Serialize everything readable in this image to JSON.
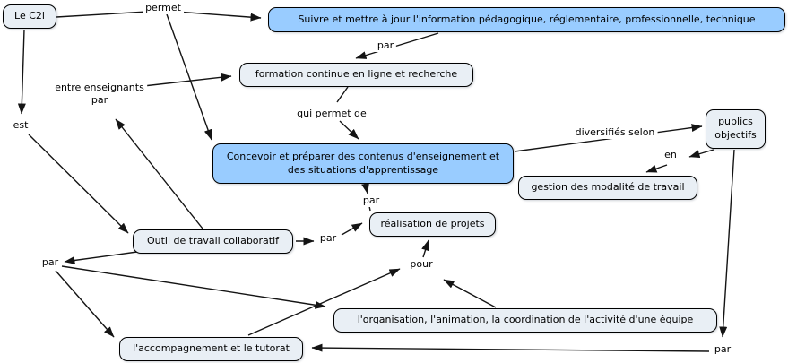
{
  "diagram": {
    "type": "concept-map",
    "nodes": {
      "le_c2i": {
        "label": "Le C2i"
      },
      "suivre": {
        "label": "Suivre et mettre à jour l'information pédagogique, réglementaire, professionnelle, technique"
      },
      "formation": {
        "label": "formation continue en ligne et recherche"
      },
      "concevoir": {
        "label": "Concevoir et préparer des contenus d'enseignement et des situations d'apprentissage"
      },
      "publics": {
        "label": "publics objectifs"
      },
      "gestion": {
        "label": "gestion des modalité de travail"
      },
      "outil": {
        "label": "Outil de travail collaboratif"
      },
      "realisation": {
        "label": "réalisation de projets"
      },
      "organisation": {
        "label": "l'organisation, l'animation, la coordination de l'activité d'une équipe"
      },
      "accompagnement": {
        "label": "l'accompagnement et le tutorat"
      }
    },
    "link_labels": {
      "permet": "permet",
      "par_top": "par",
      "entre_enseignants": "entre enseignants\npar",
      "qui_permet_de": "qui permet de",
      "est": "est",
      "diversifies_selon": "diversifiés selon",
      "en": "en",
      "par_concevoir": "par",
      "par_outil": "par",
      "pour": "pour",
      "par_left": "par",
      "par_bottom": "par"
    },
    "colors": {
      "concept_blue": "#99ccff",
      "concept_plain": "#e9eff5",
      "border": "#000000",
      "line": "#141414"
    }
  }
}
